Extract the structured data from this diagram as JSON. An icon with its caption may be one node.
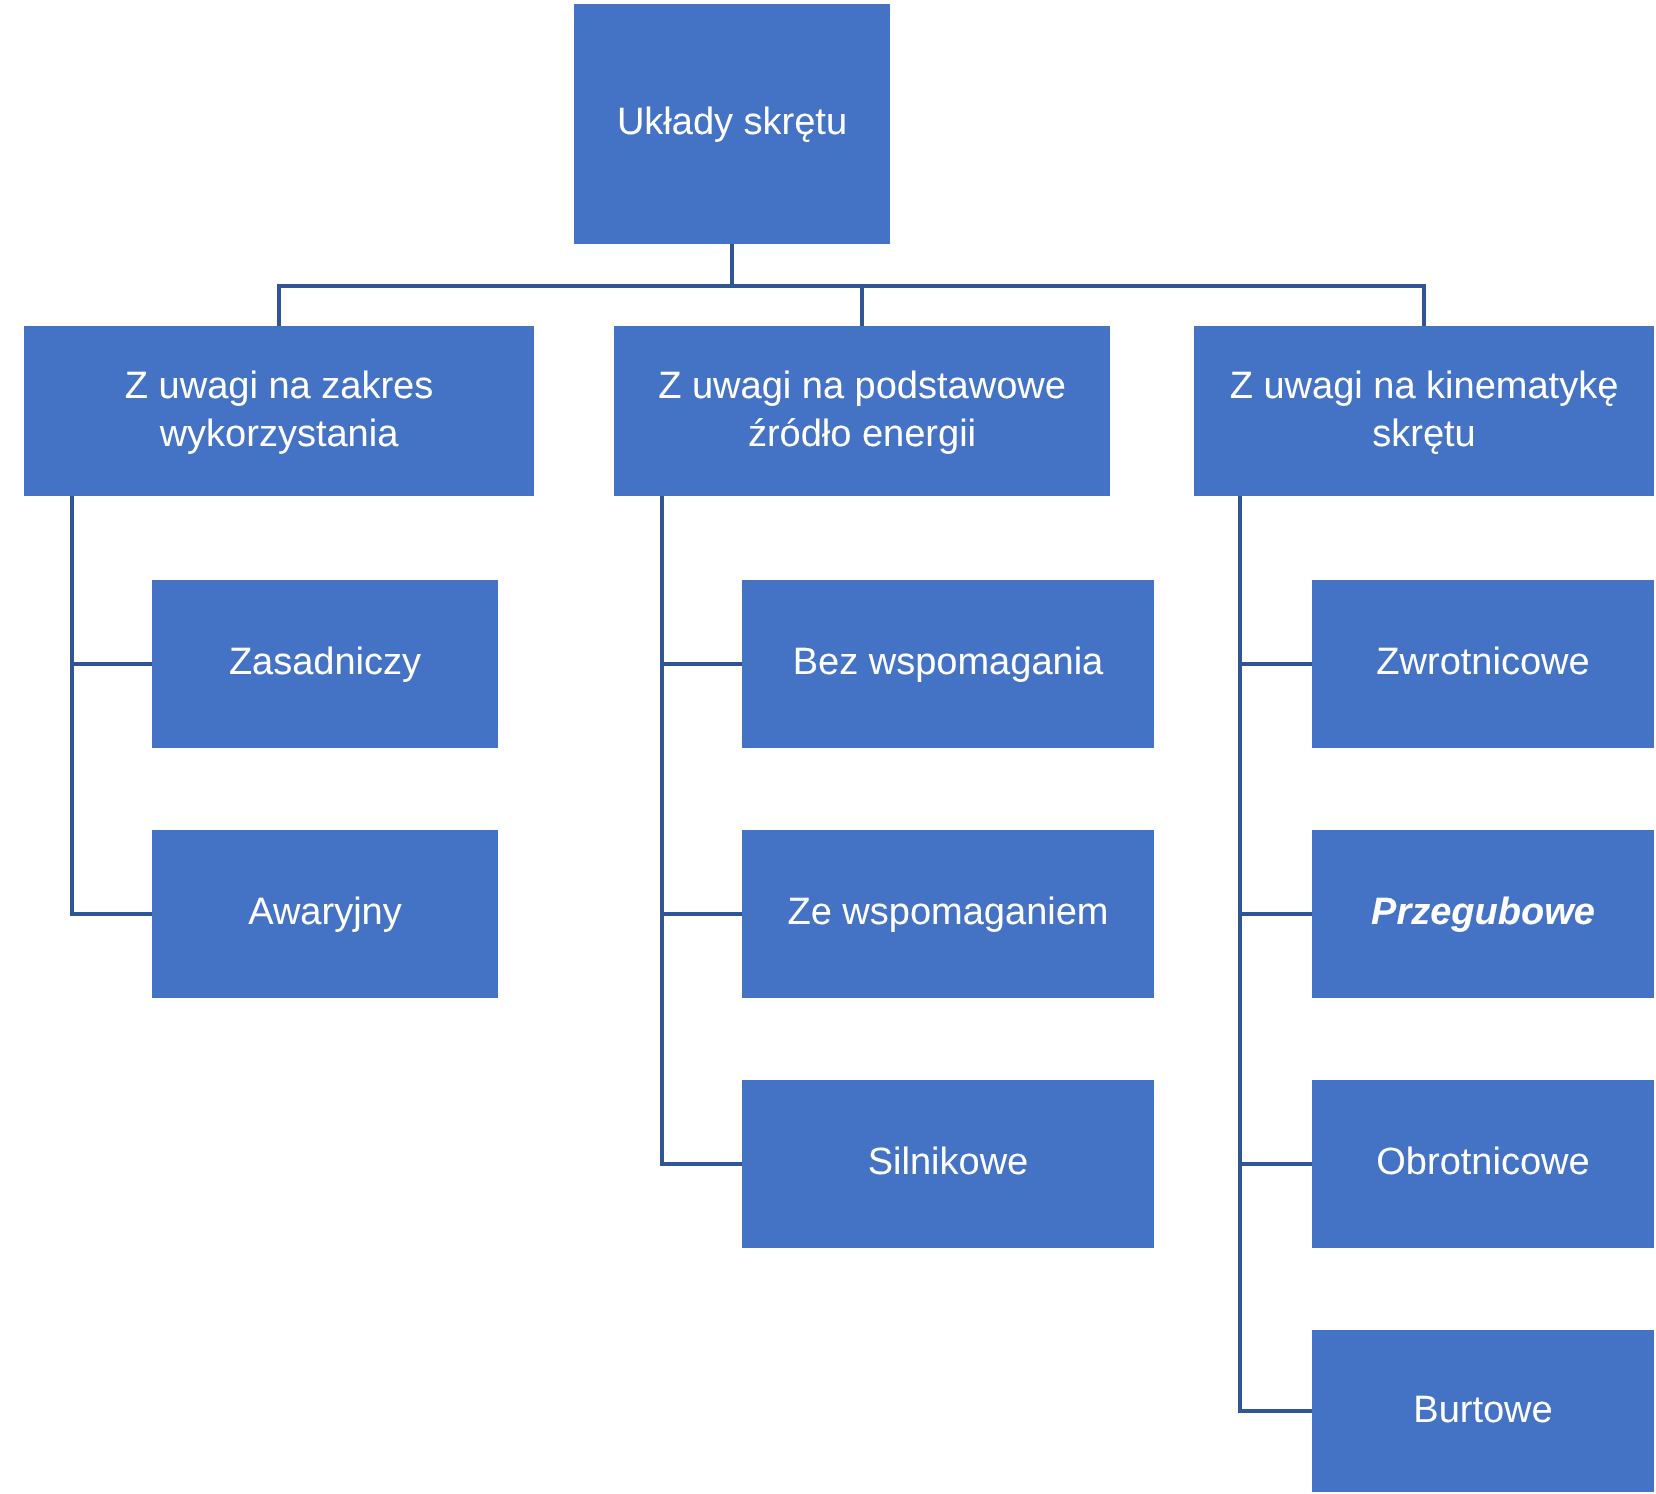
{
  "diagram": {
    "nodes": [
      {
        "text": [
          "Układy skrętu"
        ]
      },
      {
        "text": [
          "Z uwagi na zakres wykorzystania"
        ]
      },
      {
        "text": [
          "Z uwagi na podstawowe źródło energii"
        ]
      },
      {
        "text": [
          "Z uwagi na kinematykę skrętu"
        ]
      },
      {
        "text": [
          "Zasadniczy"
        ]
      },
      {
        "text": [
          "Awaryjny"
        ]
      },
      {
        "text": [
          "Bez wspomagania"
        ]
      },
      {
        "text": [
          "Ze wspomaganiem"
        ]
      },
      {
        "text": [
          "Silnikowe"
        ]
      },
      {
        "text": [
          "Zwrotnicowe"
        ]
      },
      {
        "text": [
          "Przegubowe"
        ]
      },
      {
        "text": [
          "Obrotnicowe"
        ]
      },
      {
        "text": [
          "Burtowe"
        ]
      }
    ],
    "edges": [
      {
        "from": 0,
        "to": 1,
        "arrow": "none"
      },
      {
        "from": 0,
        "to": 2,
        "arrow": "none"
      },
      {
        "from": 0,
        "to": 3,
        "arrow": "none"
      },
      {
        "from": 1,
        "to": 4,
        "arrow": "none"
      },
      {
        "from": 1,
        "to": 5,
        "arrow": "none"
      },
      {
        "from": 2,
        "to": 6,
        "arrow": "none"
      },
      {
        "from": 2,
        "to": 7,
        "arrow": "none"
      },
      {
        "from": 2,
        "to": 8,
        "arrow": "none"
      },
      {
        "from": 3,
        "to": 9,
        "arrow": "none"
      },
      {
        "from": 3,
        "to": 10,
        "arrow": "none"
      },
      {
        "from": 3,
        "to": 11,
        "arrow": "none"
      },
      {
        "from": 3,
        "to": 12,
        "arrow": "none"
      }
    ]
  }
}
